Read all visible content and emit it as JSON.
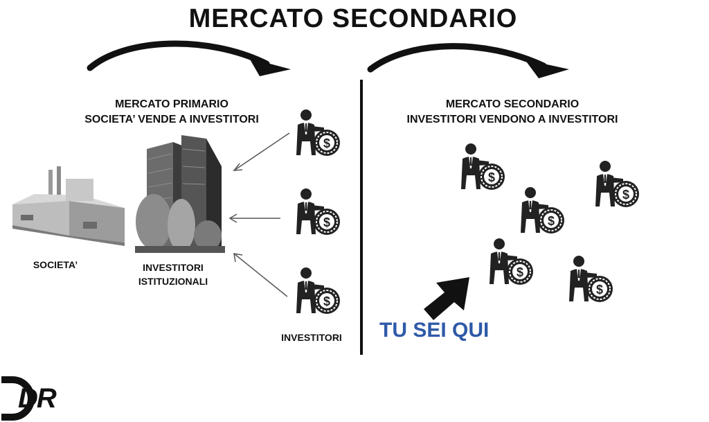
{
  "title": "MERCATO SECONDARIO",
  "primary": {
    "heading_line1": "MERCATO PRIMARIO",
    "heading_line2": "SOCIETA’ VENDE A INVESTITORI",
    "company_label": "SOCIETA’",
    "institutional_line1": "INVESTITORI",
    "institutional_line2": "ISTITUZIONALI",
    "investors_label": "INVESTITORI"
  },
  "secondary": {
    "heading_line1": "MERCATO SECONDARIO",
    "heading_line2": "INVESTITORI VENDONO A INVESTITORI",
    "you_are_here": "TU SEI QUI"
  },
  "logo_text": "DR",
  "icons": {
    "investor": "investor-with-dollar-coin-icon",
    "factory": "factory-icon",
    "skyscraper": "office-building-icon",
    "curved_arrow": "curved-arrow-icon",
    "pointer_arrow": "pointer-arrow-icon"
  },
  "colors": {
    "text": "#111111",
    "accent_blue": "#2f5aa8",
    "divider": "#111111"
  }
}
